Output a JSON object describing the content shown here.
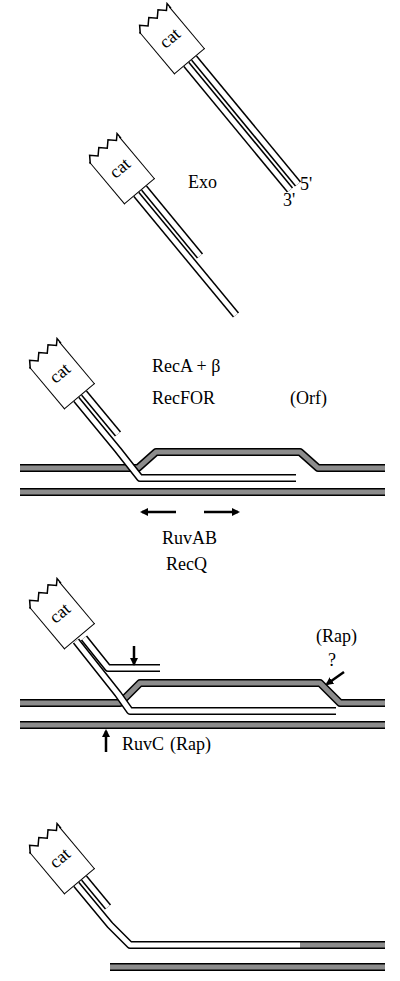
{
  "diagram": {
    "nodes": [
      {
        "text": [
          "cat"
        ]
      },
      {
        "text": [
          "cat"
        ]
      },
      {
        "text": [
          "cat"
        ]
      },
      {
        "text": [
          "cat"
        ]
      },
      {
        "text": [
          "cat"
        ]
      }
    ],
    "labels": [
      "3'",
      "5'",
      "Exo",
      "RecA + β",
      "RecFOR",
      "(Orf)",
      "RuvAB",
      "RecQ",
      "(Rap)",
      "?",
      "RuvC",
      "(Rap)"
    ]
  }
}
